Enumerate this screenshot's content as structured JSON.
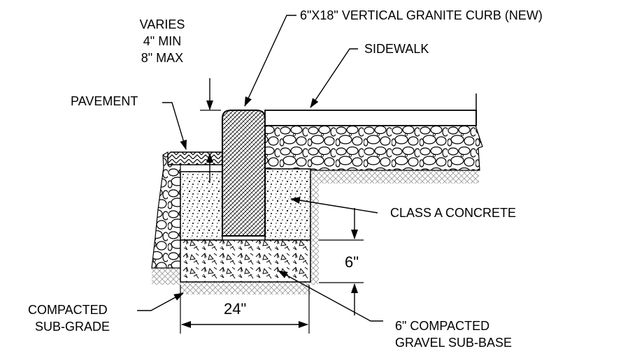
{
  "labels": {
    "varies": "VARIES",
    "min": "4\" MIN",
    "max": "8\" MAX",
    "curb": "6\"X18\" VERTICAL GRANITE CURB (NEW)",
    "sidewalk": "SIDEWALK",
    "pavement": "PAVEMENT",
    "concrete": "CLASS A CONCRETE",
    "depth": "6\"",
    "subgrade_1": "COMPACTED",
    "subgrade_2": "SUB-GRADE",
    "width": "24\"",
    "gravel_1": "6\" COMPACTED",
    "gravel_2": "GRAVEL SUB-BASE"
  }
}
